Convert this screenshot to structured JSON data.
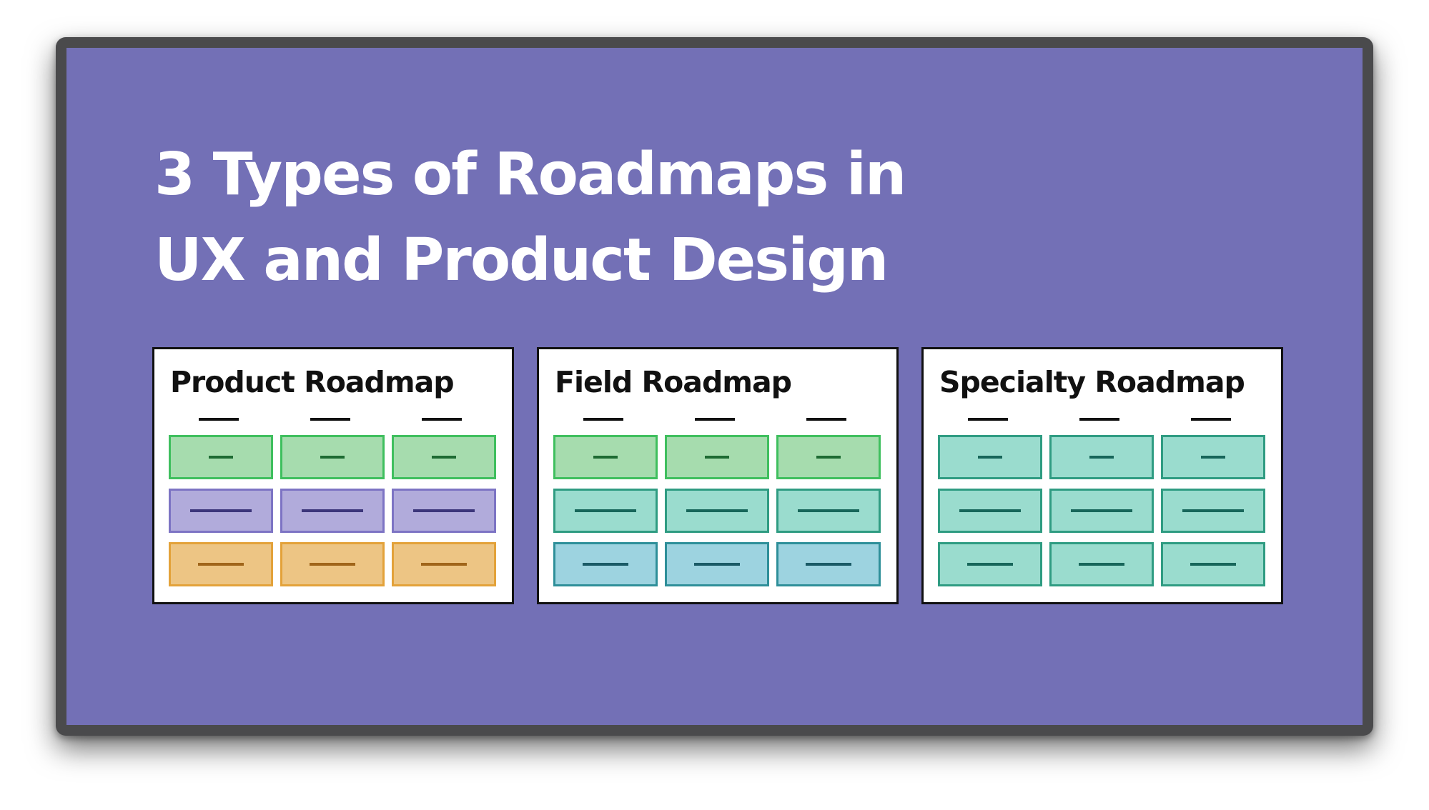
{
  "title": {
    "line1": "3 Types of Roadmaps in",
    "line2": "UX and Product Design"
  },
  "colors": {
    "background": "#7370b6",
    "frame": "#4a4a4c",
    "green_fill": "#a6dcae",
    "green_border": "#3fbf5e",
    "green_dash": "#1e6b33",
    "purple_fill": "#b1abdb",
    "purple_border": "#7d74c4",
    "purple_dash": "#3b357a",
    "orange_fill": "#edc584",
    "orange_border": "#e3a23a",
    "orange_dash": "#a0651a",
    "teal_fill": "#9adcce",
    "teal_border": "#2f9c82",
    "teal_dash": "#17665a",
    "blue_fill": "#9dd3e0",
    "blue_border": "#2e8f99",
    "blue_dash": "#1a5a66"
  },
  "cards": [
    {
      "title": "Product Roadmap",
      "rows": [
        "green",
        "purple",
        "orange"
      ]
    },
    {
      "title": "Field Roadmap",
      "rows": [
        "green",
        "teal",
        "blue"
      ]
    },
    {
      "title": "Specialty Roadmap",
      "rows": [
        "teal",
        "teal",
        "teal"
      ]
    }
  ]
}
